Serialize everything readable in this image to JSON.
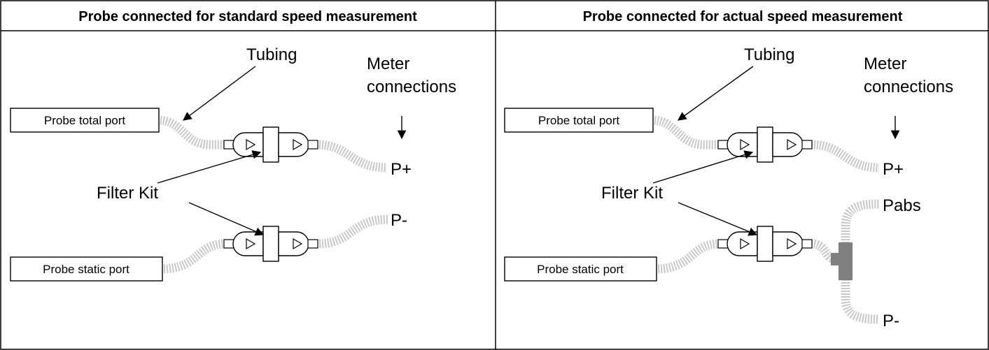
{
  "panels": [
    {
      "header": "Probe connected for standard speed measurement",
      "total_port_label": "Probe total port",
      "static_port_label": "Probe static port",
      "tubing_label": "Tubing",
      "meter_label_line1": "Meter",
      "meter_label_line2": "connections",
      "filter_label": "Filter Kit",
      "p_plus": "P+",
      "p_minus": "P-"
    },
    {
      "header": "Probe connected for actual speed measurement",
      "total_port_label": "Probe total port",
      "static_port_label": "Probe static port",
      "tubing_label": "Tubing",
      "meter_label_line1": "Meter",
      "meter_label_line2": "connections",
      "filter_label": "Filter Kit",
      "p_plus": "P+",
      "p_abs": "Pabs",
      "p_minus": "P-"
    }
  ],
  "colors": {
    "tubing": "#c8c8c8",
    "tee": "#808080",
    "border": "#000000"
  }
}
